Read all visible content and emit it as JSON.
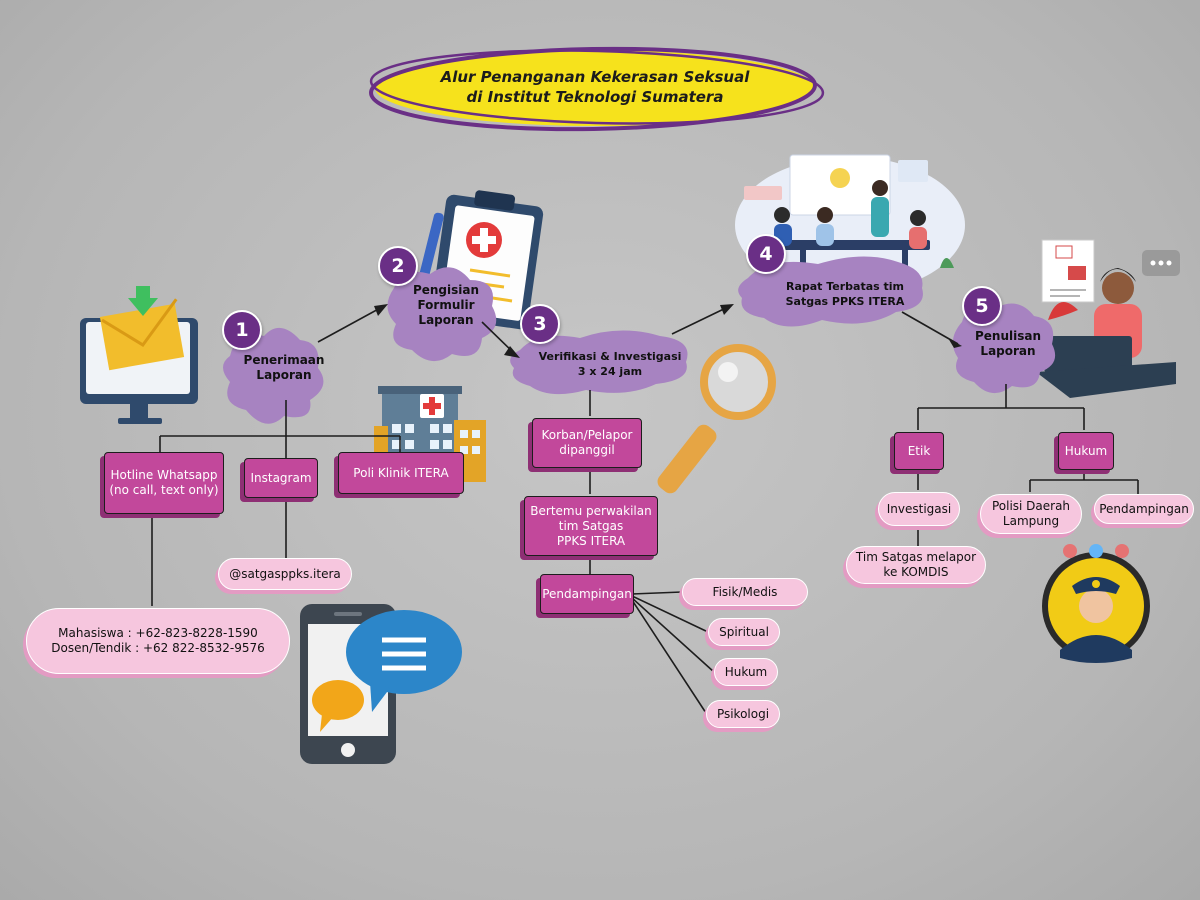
{
  "title": {
    "line1": "Alur Penanganan Kekerasan Seksual",
    "line2": "di Institut Teknologi Sumatera"
  },
  "steps": [
    {
      "num": "1",
      "line1": "Penerimaan",
      "line2": "Laporan"
    },
    {
      "num": "2",
      "line1": "Pengisian",
      "line2": "Formulir",
      "line3": "Laporan"
    },
    {
      "num": "3",
      "line1": "Verifikasi & Investigasi",
      "line2": "3 x 24 jam"
    },
    {
      "num": "4",
      "line1": "Rapat Terbatas tim",
      "line2": "Satgas PPKS ITERA"
    },
    {
      "num": "5",
      "line1": "Penulisan",
      "line2": "Laporan"
    }
  ],
  "channels": {
    "whatsapp": {
      "line1": "Hotline Whatsapp",
      "line2": "(no call, text only)"
    },
    "instagram": "Instagram",
    "poliklinik": "Poli Klinik ITERA",
    "instagram_handle": "@satgasppks.itera",
    "contacts": {
      "line1": "Mahasiswa : +62-823-8228-1590",
      "line2": "Dosen/Tendik : +62 822-8532-9576"
    }
  },
  "verification": {
    "called": {
      "line1": "Korban/Pelapor",
      "line2": "dipanggil"
    },
    "meet": {
      "line1": "Bertemu perwakilan",
      "line2": "tim Satgas",
      "line3": "PPKS ITERA"
    },
    "assistance": "Pendampingan",
    "types": [
      "Fisik/Medis",
      "Spiritual",
      "Hukum",
      "Psikologi"
    ]
  },
  "report": {
    "ethics": "Etik",
    "law": "Hukum",
    "investigation": "Investigasi",
    "komdis": {
      "line1": "Tim Satgas melapor",
      "line2": "ke KOMDIS"
    },
    "police": {
      "line1": "Polisi Daerah",
      "line2": "Lampung"
    },
    "legal_assistance": "Pendampingan"
  },
  "colors": {
    "purple": "#6a2f86",
    "blob": "#a783c1",
    "magenta": "#c2489b",
    "pink": "#f6c6de",
    "yellow": "#f6e21c"
  }
}
